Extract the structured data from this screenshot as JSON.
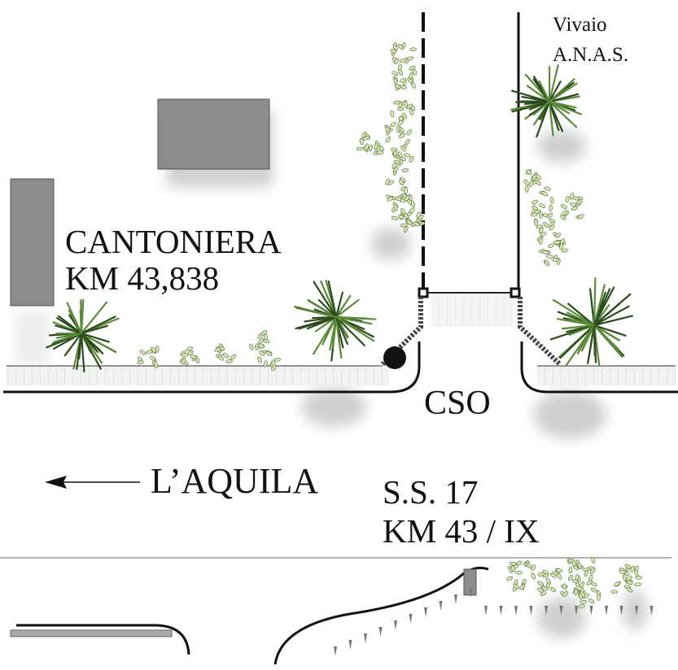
{
  "labels": {
    "cantoniera": "CANTONIERA",
    "cantoniera_km": "KM 43,838",
    "vivaio": "Vivaio",
    "anas": "A.N.A.S.",
    "cso": "CSO",
    "direction": "L’AQUILA",
    "road": "S.S. 17",
    "road_km": "KM 43 / IX"
  },
  "colors": {
    "building": "#8c8c8c",
    "leaf": "#d6e6b4",
    "spike": "#5b8a3a",
    "road_line": "#111111"
  }
}
